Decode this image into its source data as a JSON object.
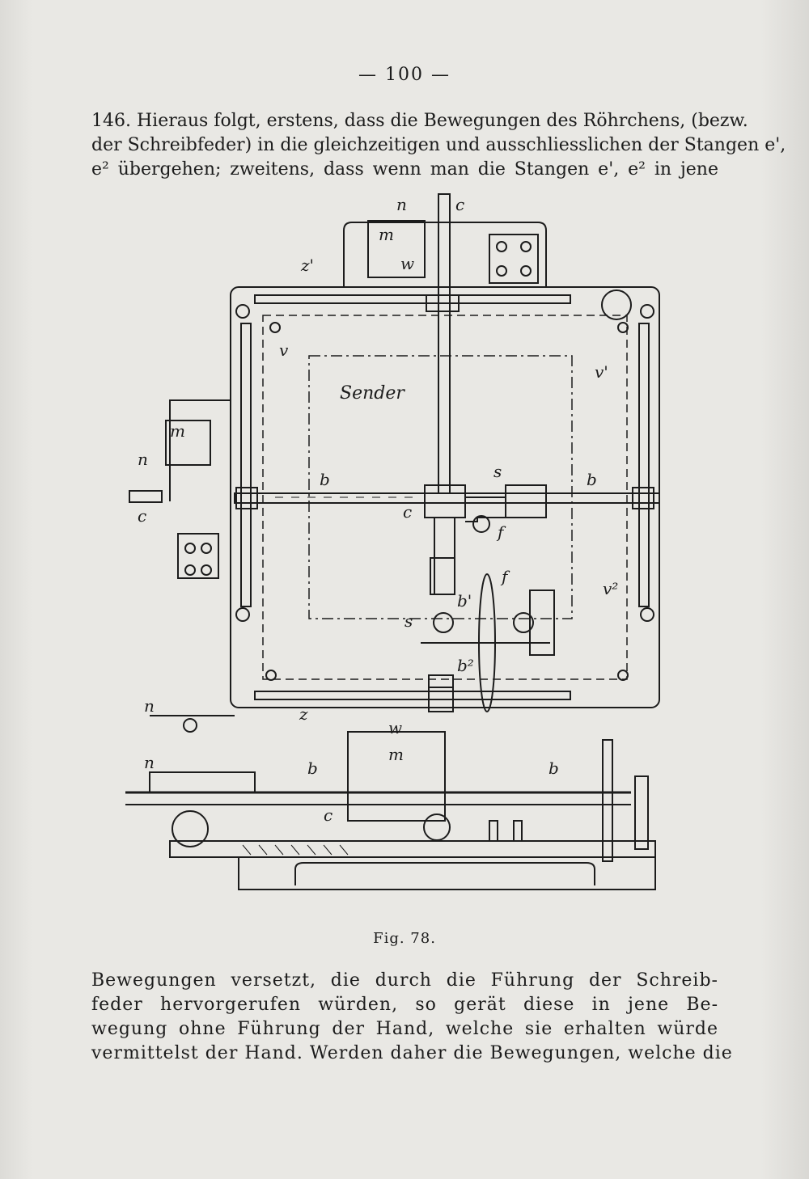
{
  "page": {
    "number": "— 100 —"
  },
  "paragraph_top": {
    "lines": [
      "146. Hieraus folgt, erstens, dass die Bewegungen des Röhrchens, (bezw.",
      "der Schreibfeder) in die gleichzeitigen und ausschliesslichen der Stangen e',",
      "e² übergehen; zweitens, dass wenn man die Stangen e', e² in jene"
    ]
  },
  "figure": {
    "caption": "Fig. 78.",
    "labels": {
      "sender": "Sender",
      "n": "n",
      "c": "c",
      "m": "m",
      "w": "w",
      "z1": "z'",
      "z": "z",
      "v": "v",
      "v1": "v'",
      "v2": "v²",
      "b": "b",
      "s": "s",
      "f": "f",
      "b1": "b'",
      "b2": "b²"
    }
  },
  "paragraph_bottom": {
    "lines": [
      "Bewegungen versetzt, die durch die Führung der Schreib-",
      "feder hervorgerufen würden, so gerät diese in jene Be-",
      "wegung ohne Führung der Hand, welche sie erhalten würde",
      "vermittelst der Hand. Werden daher die Bewegungen, welche die"
    ]
  }
}
